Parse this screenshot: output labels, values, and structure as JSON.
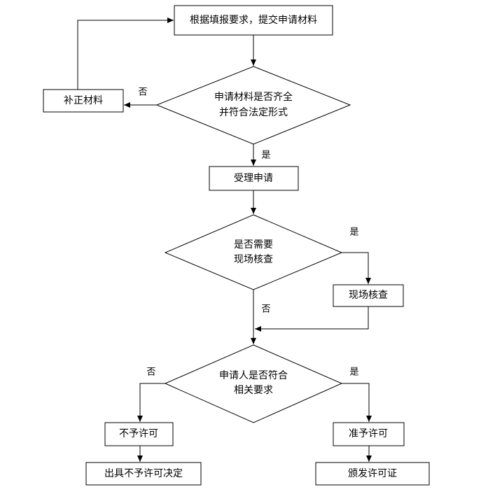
{
  "flowchart": {
    "submit": "根据填报要求，提交申请材料",
    "check_materials": {
      "line1": "申请材料是否齐全",
      "line2": "并符合法定形式"
    },
    "supplement": "补正材料",
    "accept": "受理申请",
    "need_inspection": {
      "line1": "是否需要",
      "line2": "现场核查"
    },
    "inspection": "现场核查",
    "meets_requirements": {
      "line1": "申请人是否符合",
      "line2": "相关要求"
    },
    "deny": "不予许可",
    "deny_decision": "出具不予许可决定",
    "approve": "准予许可",
    "issue_license": "颁发许可证",
    "yes": "是",
    "no": "否"
  },
  "colors": {
    "line": "#000000",
    "fill": "#ffffff"
  }
}
